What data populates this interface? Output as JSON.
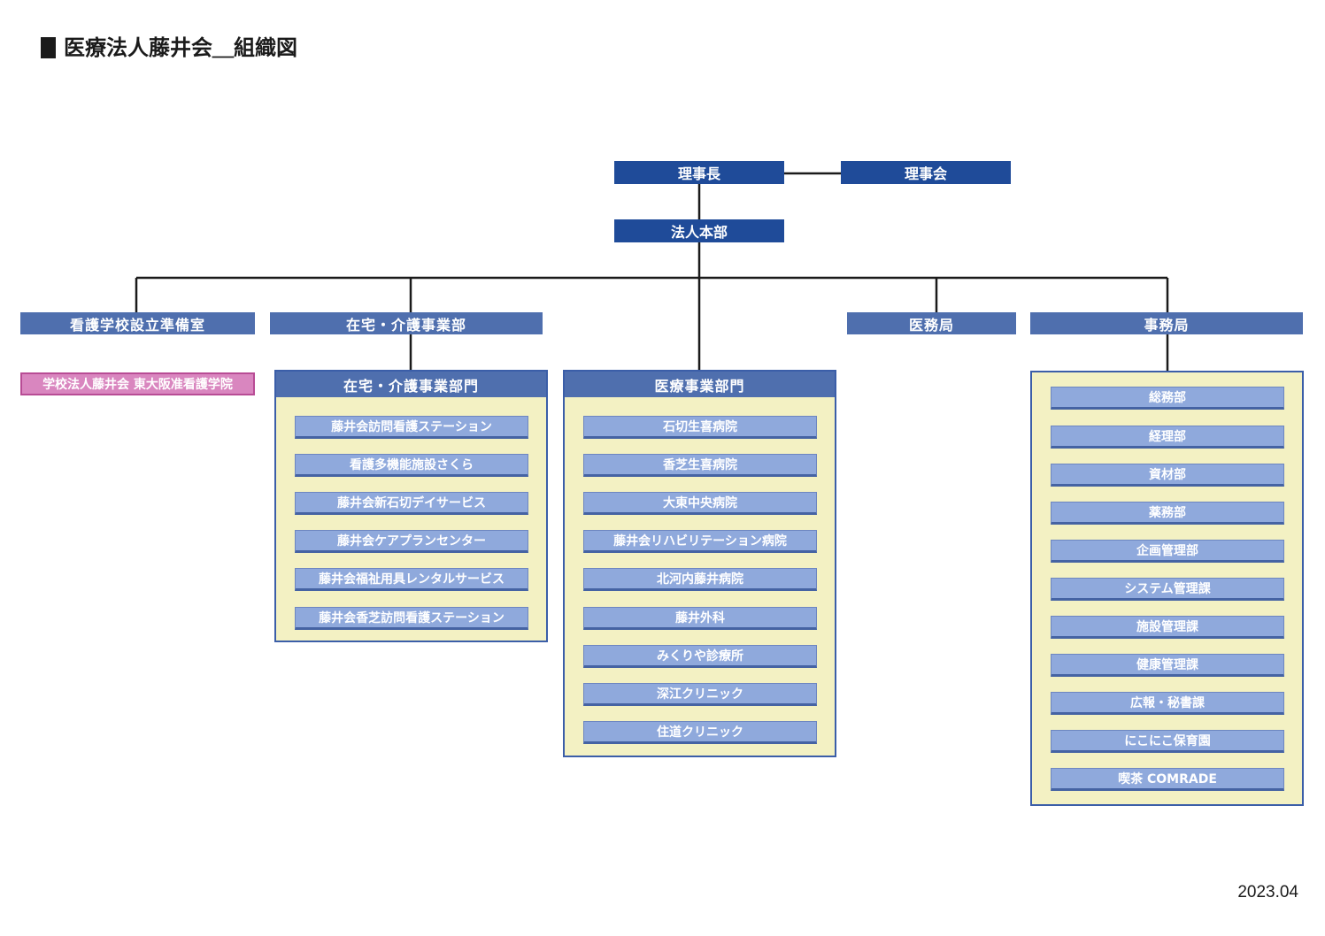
{
  "title": "医療法人藤井会＿組織図",
  "date": "2023.04",
  "top": {
    "chairman": "理事長",
    "board": "理事会",
    "hq": "法人本部"
  },
  "divisions": {
    "nursing_school_prep": "看護学校設立準備室",
    "home_care": "在宅・介護事業部",
    "medical_office": "医務局",
    "admin_office": "事務局"
  },
  "school": "学校法人藤井会 東大阪准看護学院",
  "home_care_dept": {
    "title": "在宅・介護事業部門",
    "items": [
      "藤井会訪問看護ステーション",
      "看護多機能施設さくら",
      "藤井会新石切デイサービス",
      "藤井会ケアプランセンター",
      "藤井会福祉用具レンタルサービス",
      "藤井会香芝訪問看護ステーション"
    ]
  },
  "medical_dept": {
    "title": "医療事業部門",
    "items": [
      "石切生喜病院",
      "香芝生喜病院",
      "大東中央病院",
      "藤井会リハビリテーション病院",
      "北河内藤井病院",
      "藤井外科",
      "みくりや診療所",
      "深江クリニック",
      "住道クリニック"
    ]
  },
  "admin_dept": {
    "items": [
      "総務部",
      "経理部",
      "資材部",
      "薬務部",
      "企画管理部",
      "システム管理課",
      "施設管理課",
      "健康管理課",
      "広報・秘書課",
      "にこにこ保育園",
      "喫茶 COMRADE"
    ]
  },
  "colors": {
    "dark_box": "#1f4b99",
    "mid_box": "#4f6fae",
    "item_box": "#8fa9dc",
    "dept_bg": "#f3f1c3",
    "school_box": "#d986bf",
    "line": "#1a1a1a"
  }
}
